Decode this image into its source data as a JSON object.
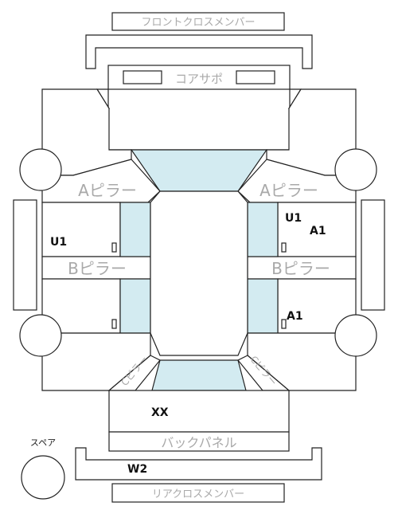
{
  "labels": {
    "front_cross_member": "フロントクロスメンバー",
    "core_support": "コアサポ",
    "a_pillar_left": "Aピラー",
    "a_pillar_right": "Aピラー",
    "b_pillar_left": "Bピラー",
    "b_pillar_right": "Bピラー",
    "c_pillar_left": "Cピラー",
    "c_pillar_right": "Cピラー",
    "back_panel": "バックパネル",
    "rear_cross_member": "リアクロスメンバー",
    "spare": "スペア"
  },
  "marks": {
    "front_door_left": "U1",
    "front_door_right_1": "U1",
    "front_door_right_2": "A1",
    "rear_door_right": "A1",
    "trunk": "XX",
    "rear_member": "W2"
  },
  "colors": {
    "glass": "#d3ebf1",
    "outline": "#222222",
    "label_gray": "#a9a9a9"
  }
}
